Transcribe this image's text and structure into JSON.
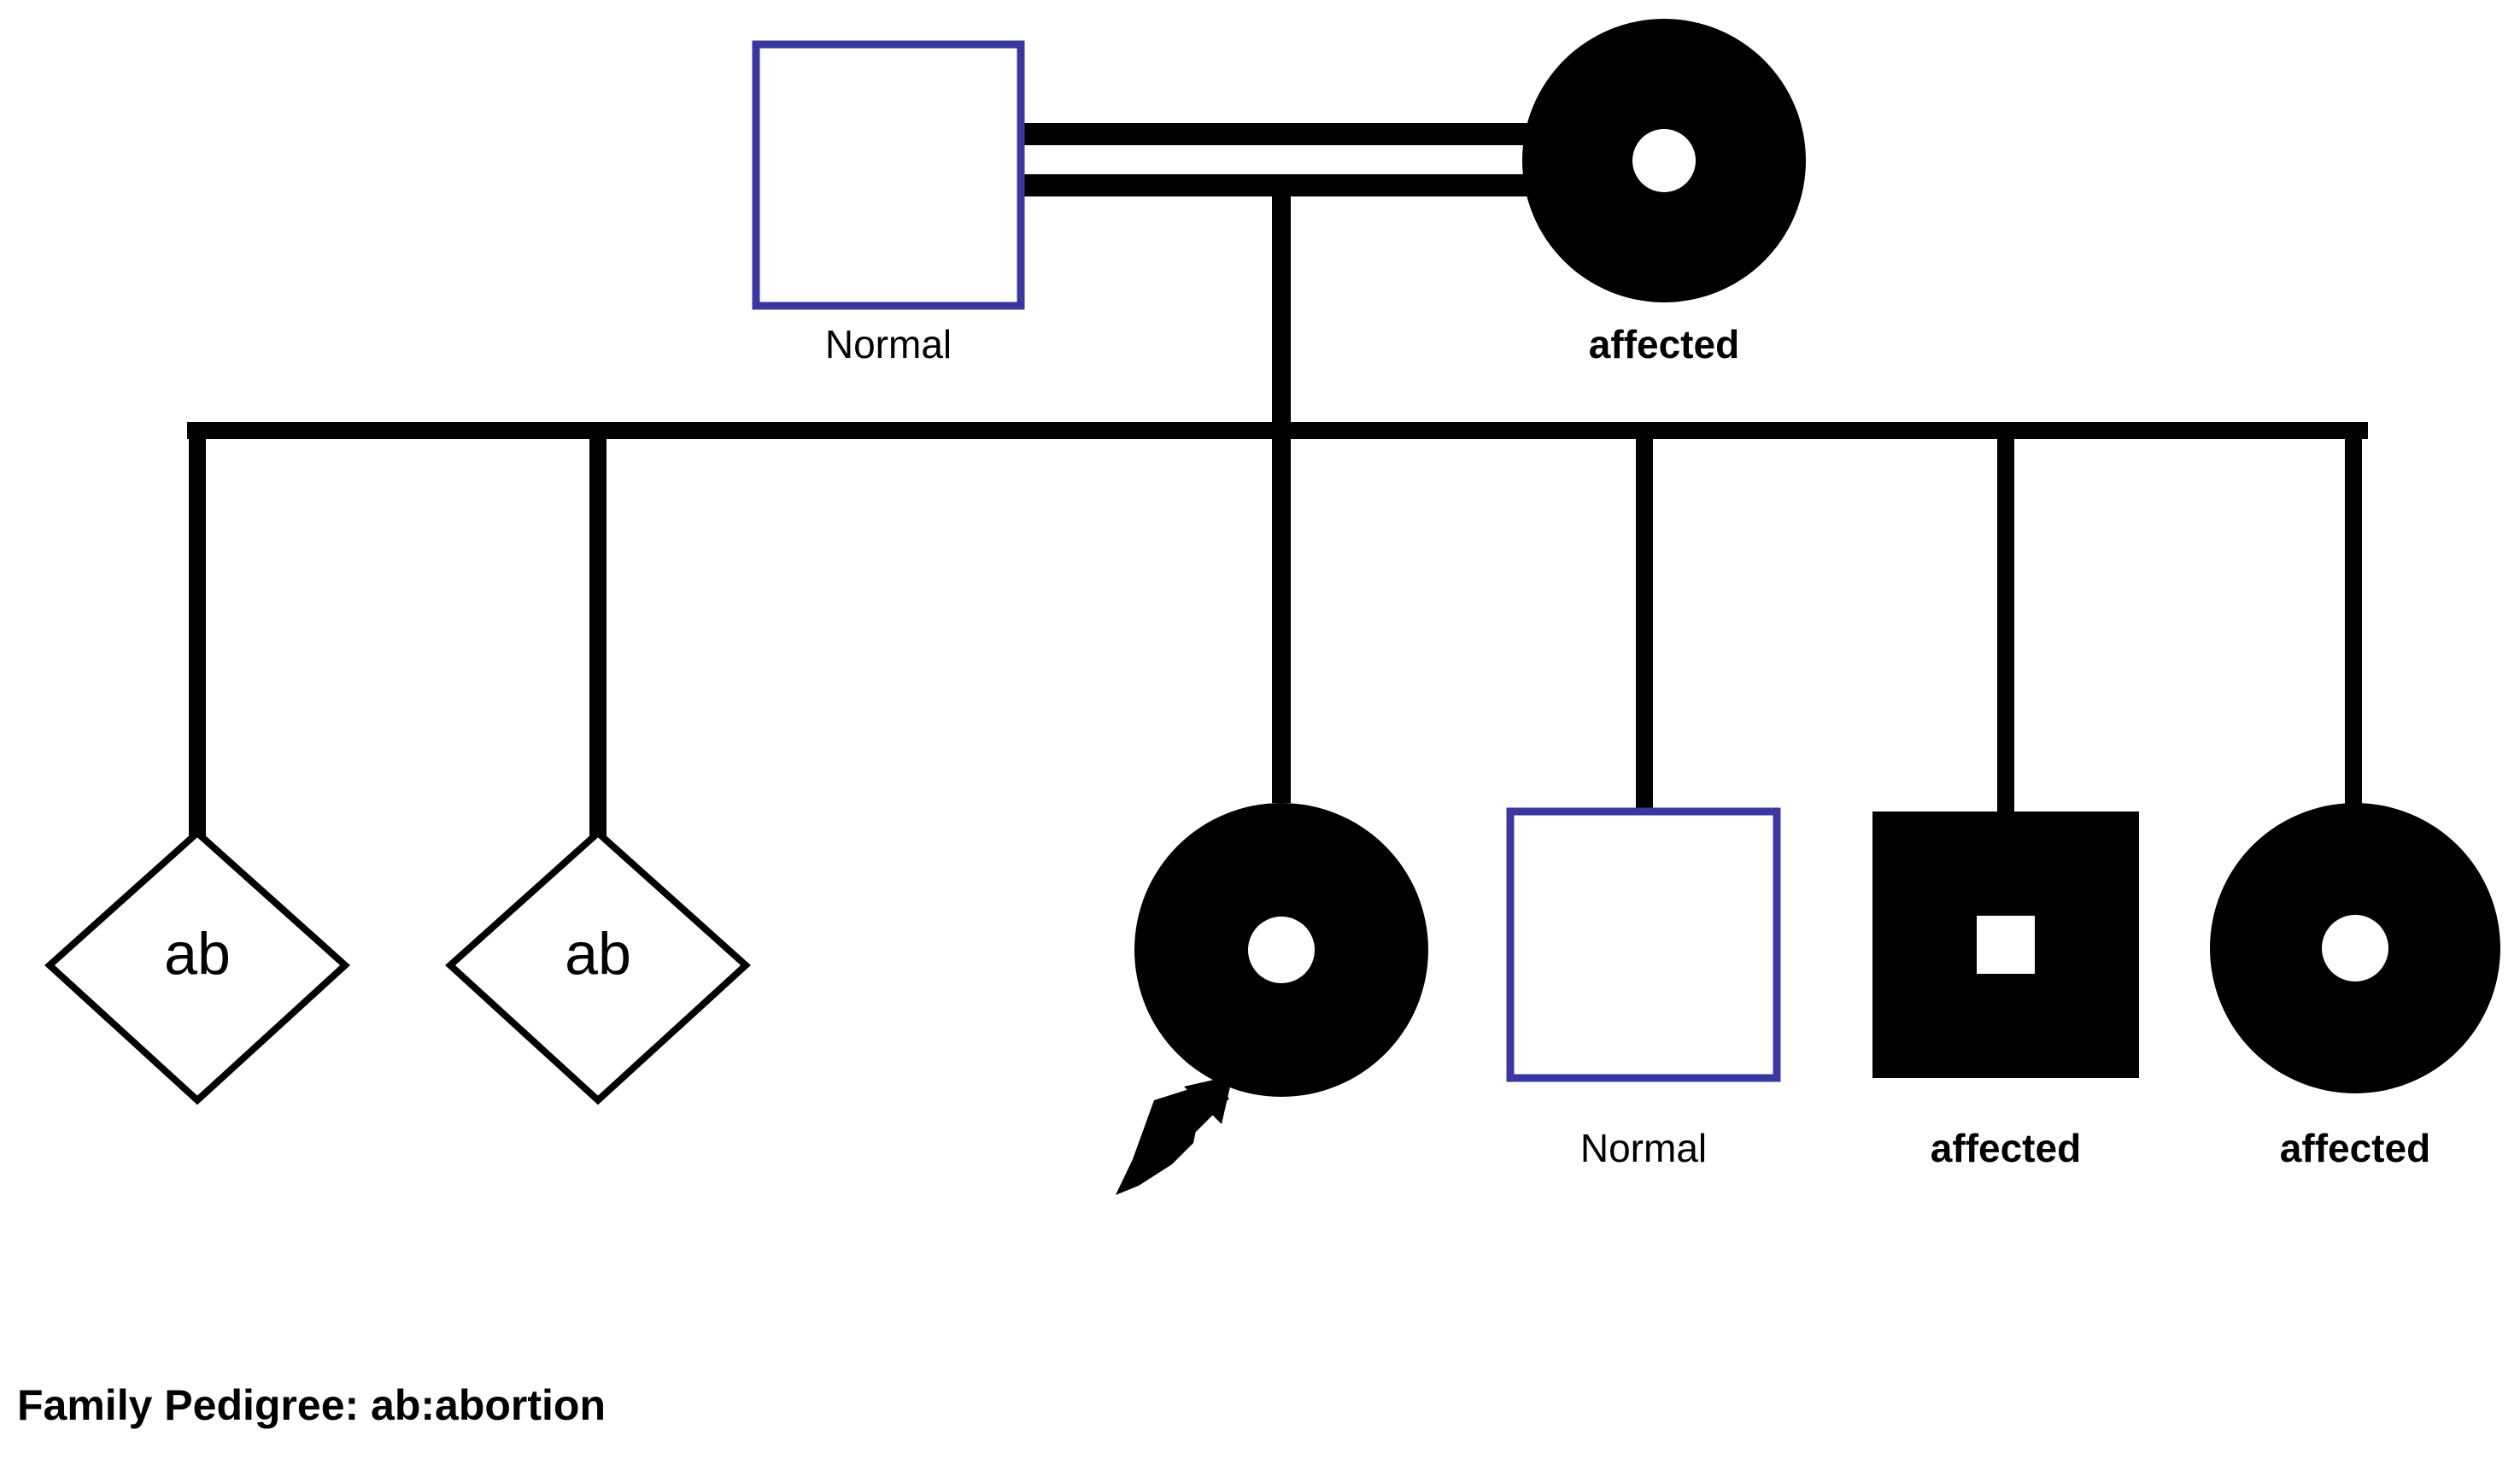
{
  "diagram": {
    "type": "family-pedigree",
    "caption": "Family Pedigree: ab:abortion",
    "colors": {
      "symbol_outline_blue": "#3a37a0",
      "line_black": "#000000",
      "fill_black": "#000000",
      "background": "#ffffff"
    },
    "generations": [
      {
        "id": "generation-1",
        "name": "parents",
        "relationship": "consanguineous-union-double-line",
        "members": [
          {
            "id": "father",
            "shape": "square",
            "sex": "male",
            "status": "unaffected",
            "fill": "white",
            "outline": "blue",
            "label": "Normal",
            "label_bold": false,
            "inner_marker": "none"
          },
          {
            "id": "mother",
            "shape": "circle",
            "sex": "female",
            "status": "affected",
            "fill": "black",
            "outline": "black",
            "label": "affected",
            "label_bold": true,
            "inner_marker": "white-dot"
          }
        ]
      },
      {
        "id": "generation-2",
        "name": "offspring",
        "members": [
          {
            "id": "child-1",
            "shape": "diamond",
            "sex": "unknown",
            "status": "abortion",
            "fill": "white",
            "outline": "black",
            "inner_text": "ab",
            "label": "",
            "label_bold": false
          },
          {
            "id": "child-2",
            "shape": "diamond",
            "sex": "unknown",
            "status": "abortion",
            "fill": "white",
            "outline": "black",
            "inner_text": "ab",
            "label": "",
            "label_bold": false
          },
          {
            "id": "child-3-proband",
            "shape": "circle",
            "sex": "female",
            "status": "affected",
            "fill": "black",
            "outline": "black",
            "label": "",
            "label_bold": false,
            "inner_marker": "white-dot",
            "proband": true,
            "proband_marker": "arrow"
          },
          {
            "id": "child-4",
            "shape": "square",
            "sex": "male",
            "status": "unaffected",
            "fill": "white",
            "outline": "blue",
            "label": "Normal",
            "label_bold": false,
            "inner_marker": "none"
          },
          {
            "id": "child-5",
            "shape": "square",
            "sex": "male",
            "status": "affected",
            "fill": "black",
            "outline": "black",
            "label": "affected",
            "label_bold": true,
            "inner_marker": "white-square"
          },
          {
            "id": "child-6",
            "shape": "circle",
            "sex": "female",
            "status": "affected",
            "fill": "black",
            "outline": "black",
            "label": "affected",
            "label_bold": true,
            "inner_marker": "white-dot"
          }
        ]
      }
    ],
    "legend": {
      "ab_meaning": "ab:abortion"
    }
  }
}
